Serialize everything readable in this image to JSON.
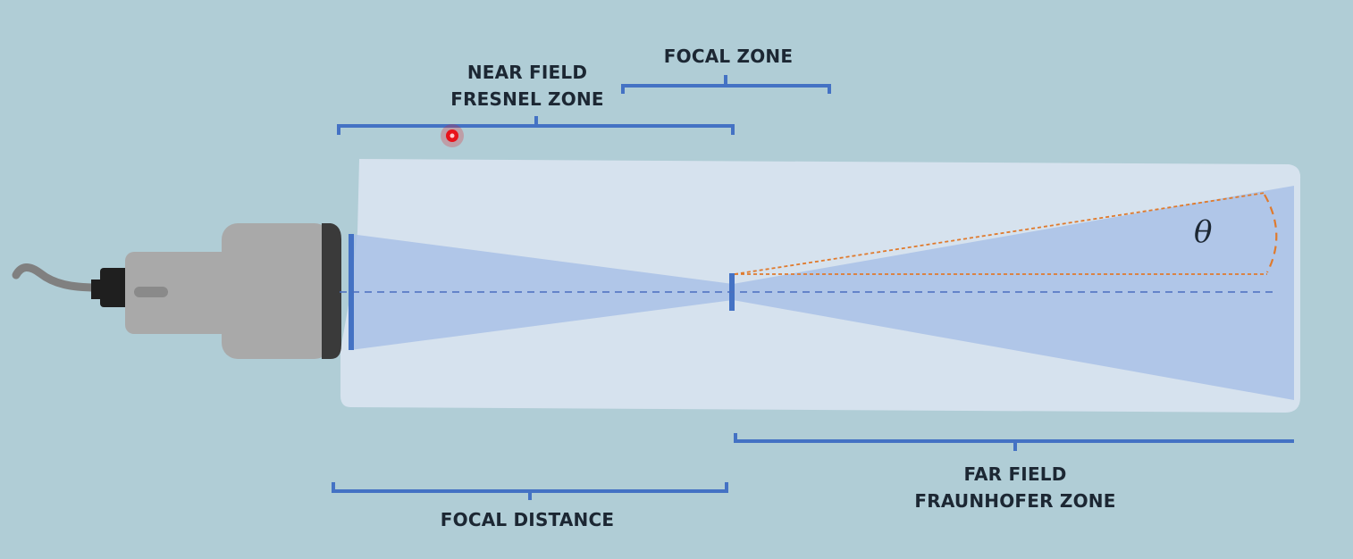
{
  "labels": {
    "near_field_line1": "NEAR FIELD",
    "near_field_line2": "FRESNEL ZONE",
    "focal_zone": "FOCAL ZONE",
    "focal_distance": "FOCAL DISTANCE",
    "far_field_line1": "FAR FIELD",
    "far_field_line2": "FRAUNHOFER ZONE",
    "angle_symbol": "θ"
  },
  "colors": {
    "background": "#b0cdd6",
    "medium": "#d6e2ee",
    "beam": "#a9c1e6",
    "bracket": "#4472c4",
    "transducer_body": "#a9a9a9",
    "transducer_face": "#3a3a3a",
    "angle_line": "#e07a2c",
    "cursor_dot": "#e8121a"
  }
}
